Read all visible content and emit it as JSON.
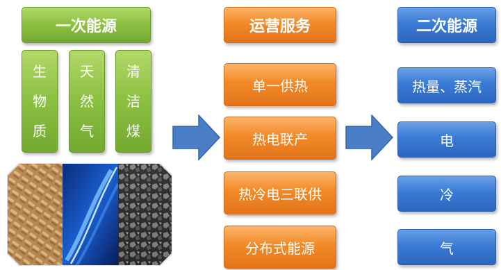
{
  "primary": {
    "header": "一次能源",
    "items": [
      {
        "chars": [
          "生",
          "物",
          "质"
        ]
      },
      {
        "chars": [
          "天",
          "然",
          "气"
        ]
      },
      {
        "chars": [
          "清",
          "洁",
          "煤"
        ]
      }
    ]
  },
  "operations": {
    "header": "运营服务",
    "items": [
      "单一供热",
      "热电联产",
      "热冷电三联供",
      "分布式能源"
    ]
  },
  "secondary": {
    "header": "二次能源",
    "items": [
      "热量、蒸汽",
      "电",
      "冷",
      "气"
    ]
  },
  "colors": {
    "green": "#8ec244",
    "orange": "#f28a26",
    "blue": "#3a7bd5",
    "arrow": "#4a7fc7"
  }
}
